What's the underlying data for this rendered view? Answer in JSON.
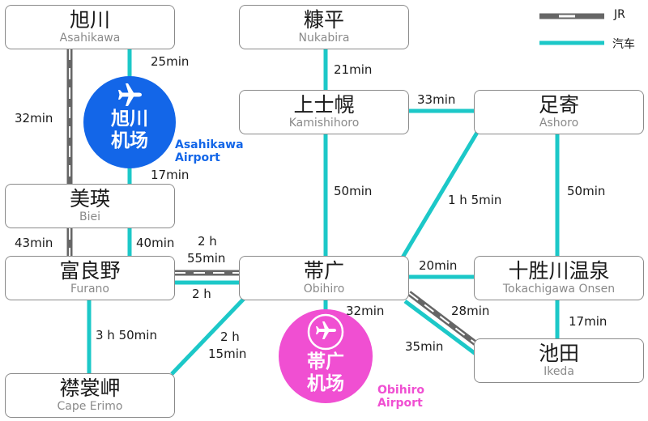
{
  "colors": {
    "jr": "#666666",
    "bus": "#1cc8c8",
    "asahikawa_airport": "#1366e8",
    "obihiro_airport": "#f04fd2"
  },
  "legend": {
    "jr": "JR",
    "bus": "汽车"
  },
  "stations": {
    "asahikawa": {
      "jp": "旭川",
      "en": "Asahikawa"
    },
    "nukabira": {
      "jp": "糠平",
      "en": "Nukabira"
    },
    "kamishihoro": {
      "jp": "上士幌",
      "en": "Kamishihoro"
    },
    "ashoro": {
      "jp": "足寄",
      "en": "Ashoro"
    },
    "biei": {
      "jp": "美瑛",
      "en": "Biei"
    },
    "furano": {
      "jp": "富良野",
      "en": "Furano"
    },
    "obihiro": {
      "jp": "帯广",
      "en": "Obihiro"
    },
    "tokachigawa": {
      "jp": "十胜川温泉",
      "en": "Tokachigawa Onsen"
    },
    "ikeda": {
      "jp": "池田",
      "en": "Ikeda"
    },
    "erimo": {
      "jp": "襟裳岬",
      "en": "Cape Erimo"
    }
  },
  "airports": {
    "asahikawa": {
      "jp_line1": "旭川",
      "jp_line2": "机场",
      "en_line1": "Asahikawa",
      "en_line2": "Airport",
      "icon": "airplane-icon"
    },
    "obihiro": {
      "jp_line1": "帯广",
      "jp_line2": "机场",
      "en_line1": "Obihiro",
      "en_line2": "Airport",
      "icon": "airplane-icon"
    }
  },
  "times": {
    "asahikawa_airport": "25min",
    "asahikawa_biei": "32min",
    "airport_biei": "17min",
    "nukabira_kamishihoro": "21min",
    "kamishihoro_ashoro": "33min",
    "kamishihoro_obihiro": "50min",
    "ashoro_obihiro": "1 h 5min",
    "ashoro_tokachigawa": "50min",
    "biei_furano_jr": "43min",
    "biei_furano_bus": "40min",
    "furano_obihiro_jr_1": "2 h",
    "furano_obihiro_jr_2": "55min",
    "furano_obihiro_bus": "2 h",
    "obihiro_tokachigawa": "20min",
    "obihiro_airport": "32min",
    "obihiro_ikeda_jr": "28min",
    "obihiro_ikeda_bus": "35min",
    "tokachigawa_ikeda": "17min",
    "furano_erimo": "3 h 50min",
    "obihiro_erimo_1": "2 h",
    "obihiro_erimo_2": "15min"
  }
}
